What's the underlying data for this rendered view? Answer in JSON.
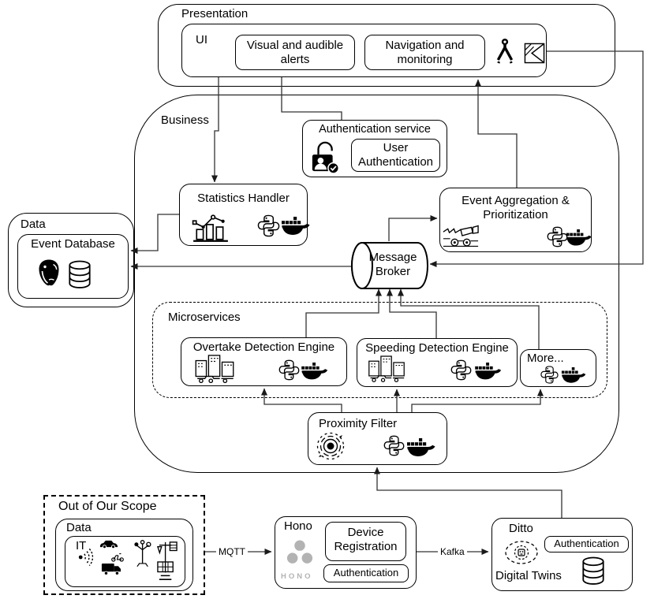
{
  "colors": {
    "stroke": "#000000",
    "connector": "#333333",
    "hono_gray": "#b3b3b3",
    "background": "#ffffff"
  },
  "presentation": {
    "label": "Presentation",
    "ui": {
      "label": "UI",
      "alerts": "Visual and audible alerts",
      "navigation": "Navigation and monitoring",
      "icons": [
        "compass-icon",
        "kotlin-icon"
      ]
    }
  },
  "business": {
    "label": "Business",
    "authentication_service": {
      "title": "Authentication service",
      "child": "User Authentication",
      "icon": "user-lock-icon"
    },
    "statistics_handler": {
      "title": "Statistics Handler",
      "icons": [
        "bar-chart-icon",
        "python-icon",
        "docker-icon"
      ]
    },
    "event_aggregation": {
      "title": "Event Aggregation & Prioritization",
      "icons": [
        "sweeper-icon",
        "python-icon",
        "docker-icon"
      ]
    },
    "message_broker": {
      "title": "Message Broker"
    },
    "microservices": {
      "label": "Microservices",
      "overtake": {
        "title": "Overtake Detection Engine",
        "icons": [
          "city-icon",
          "python-icon",
          "docker-icon"
        ]
      },
      "speeding": {
        "title": "Speeding Detection Engine",
        "icons": [
          "city-icon",
          "python-icon",
          "docker-icon"
        ]
      },
      "more": {
        "title": "More...",
        "icons": [
          "python-icon",
          "docker-icon"
        ]
      }
    },
    "proximity_filter": {
      "title": "Proximity Filter",
      "icons": [
        "radar-icon",
        "python-icon",
        "docker-icon"
      ]
    }
  },
  "data_layer": {
    "label": "Data",
    "event_database": {
      "title": "Event Database",
      "icons": [
        "postgresql-icon",
        "database-icon"
      ]
    }
  },
  "out_of_scope": {
    "label": "Out of Our Scope",
    "data_label": "Data",
    "it_label": "IT",
    "icons": [
      "car-icon",
      "signal-icon",
      "scooter-icon",
      "truck-icon",
      "weather-station-icon"
    ]
  },
  "hono": {
    "label": "Hono",
    "logo_text": "HONO",
    "device_registration": "Device Registration",
    "authentication": "Authentication"
  },
  "ditto": {
    "label": "Ditto",
    "authentication": "Authentication",
    "digital_twins": "Digital Twins",
    "icons": [
      "ditto-icon",
      "database-icon"
    ]
  },
  "edges": {
    "mqtt": "MQTT",
    "kafka": "Kafka"
  }
}
